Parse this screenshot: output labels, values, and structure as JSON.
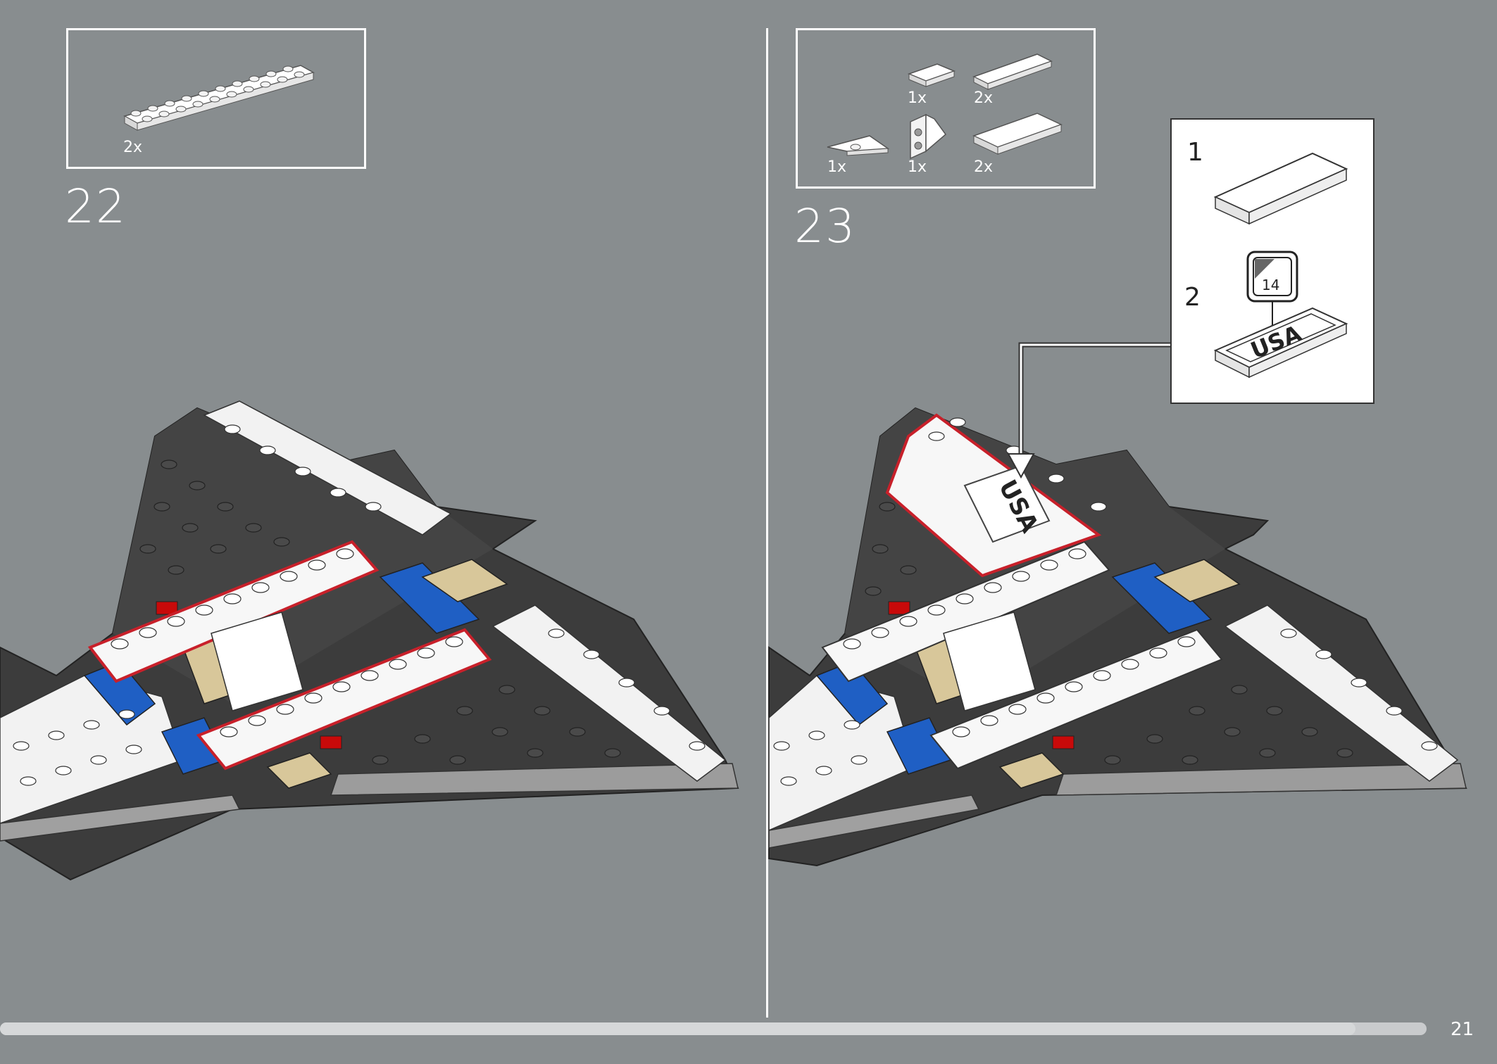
{
  "steps": [
    {
      "number": "22",
      "parts": [
        {
          "qty": "2x",
          "name": "white-plate-2x10"
        }
      ]
    },
    {
      "number": "23",
      "parts": [
        {
          "qty": "1x",
          "name": "white-tile-1x2"
        },
        {
          "qty": "2x",
          "name": "white-tile-1x4"
        },
        {
          "qty": "1x",
          "name": "white-wedge-plate"
        },
        {
          "qty": "1x",
          "name": "white-bracket-slope"
        },
        {
          "qty": "2x",
          "name": "white-tile-2x4"
        }
      ],
      "substeps": [
        {
          "number": "1"
        },
        {
          "number": "2",
          "sticker_number": "14",
          "sticker_text": "USA"
        }
      ],
      "model_sticker_text": "USA"
    }
  ],
  "page_number": "21",
  "progress": 0.95,
  "colors": {
    "background": "#888d8f",
    "highlight": "#c8202a",
    "dark_brick": "#3c3c3c",
    "blue_brick": "#1f5fc4",
    "tan_brick": "#d8c79a",
    "red_brick": "#c80a0a"
  }
}
